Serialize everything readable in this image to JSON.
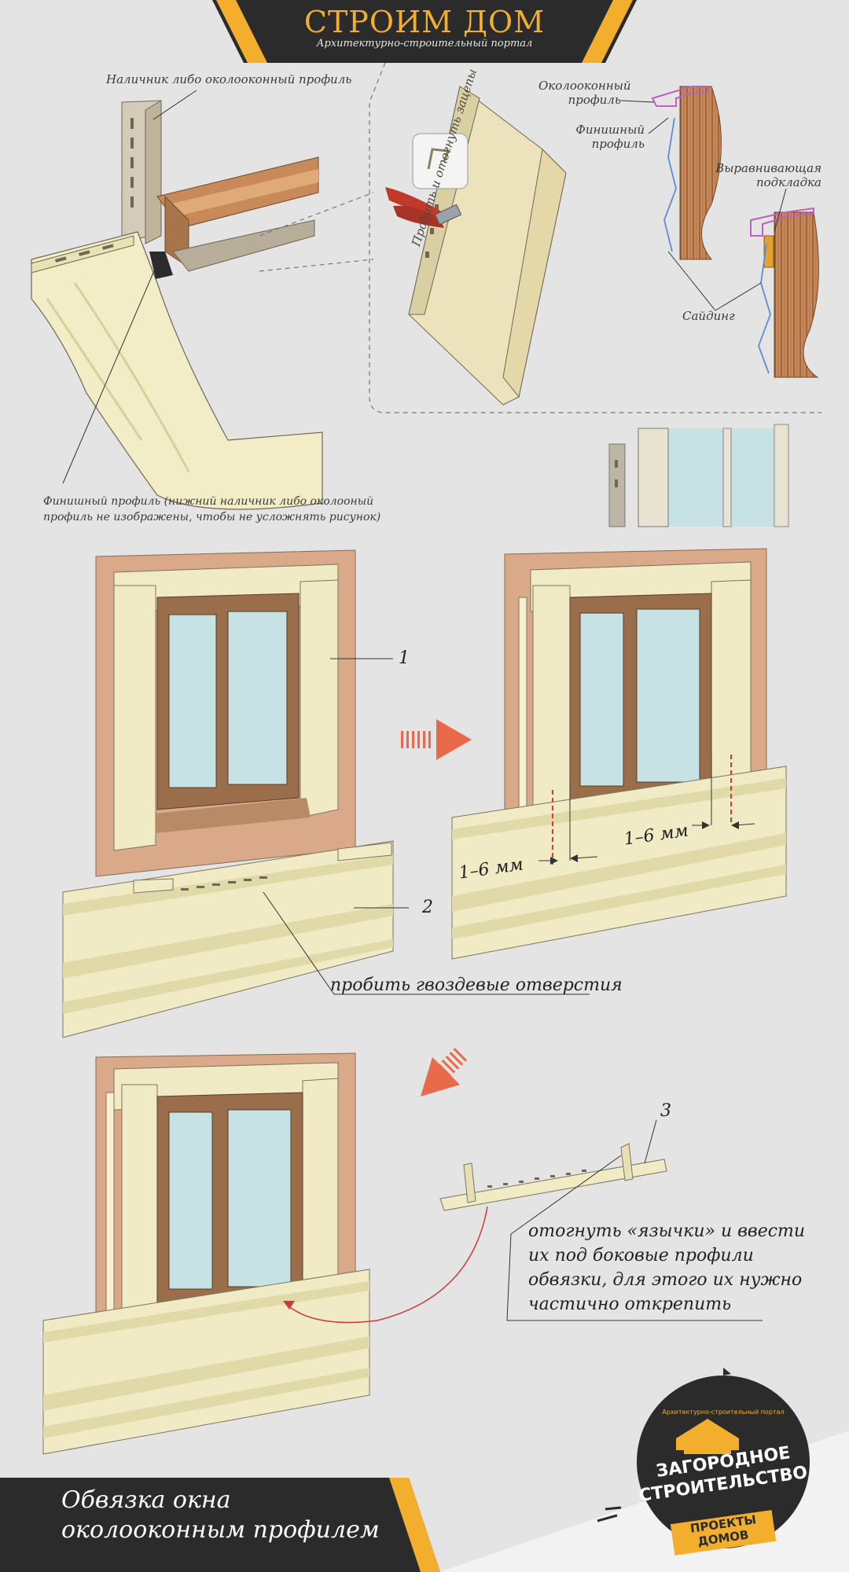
{
  "header": {
    "title": "СТРОИМ ДОМ",
    "subtitle": "Архитектурно-строительный портал"
  },
  "top_left_labels": {
    "casing": "Наличник либо околооконный профиль",
    "finish_note_line1": "Финишный профиль (нижний наличник либо околооный",
    "finish_note_line2": "профиль не изображены, чтобы не усложнять рисунок)"
  },
  "top_middle_labels": {
    "panel_text": "Пробить и отогнуть зацепы"
  },
  "top_right_labels": {
    "window_profile_l1": "Околооконный",
    "window_profile_l2": "профиль",
    "finish_profile_l1": "Финишный",
    "finish_profile_l2": "профиль",
    "shim_l1": "Выравнивающая",
    "shim_l2": "подкладка",
    "siding": "Сайдинг"
  },
  "step_labels": {
    "num1": "1",
    "num2": "2",
    "num3": "3",
    "gap_left": "1–6 мм",
    "gap_right": "1–6 мм",
    "nail_holes": "пробить гвоздевые отверстия"
  },
  "instruction": {
    "line1": "отогнуть «язычки» и ввести",
    "line2": "их под боковые профили",
    "line3": "обвязки, для этого их нужно",
    "line4": "частично открепить"
  },
  "footer": {
    "line1": "Обвязка окна",
    "line2": "околооконным профилем"
  },
  "badge": {
    "ring_text": "Архитектурно-строительный портал",
    "line1": "ЗАГОРОДНОЕ",
    "line2": "СТРОИТЕЛЬСТВО",
    "line3": "ПРОЕКТЫ",
    "line4": "ДОМОВ"
  },
  "colors": {
    "background": "#e4e4e4",
    "header_bg": "#2b2b2b",
    "accent_orange": "#f2ae2c",
    "siding": "#f0ebc4",
    "wall": "#d9a98a",
    "frame": "#9a6e4a",
    "glass": "#c6e2e4",
    "arrow": "#e86a4a"
  }
}
